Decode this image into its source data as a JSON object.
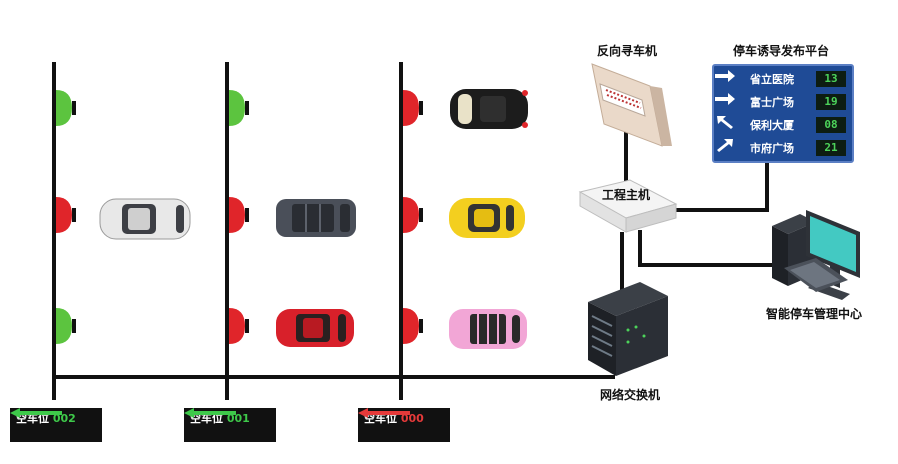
{
  "labels": {
    "reverse_finder": "反向寻车机",
    "guidance_platform": "停车诱导发布平台",
    "engineering_host": "工程主机",
    "management_center": "智能停车管理中心",
    "network_switch": "网络交换机"
  },
  "guidance_sign": {
    "rows": [
      {
        "arrow": "right-arrow-icon",
        "name": "省立医院",
        "count": "13"
      },
      {
        "arrow": "right-arrow-icon",
        "name": "富士广场",
        "count": "19"
      },
      {
        "arrow": "up-left-arrow-icon",
        "name": "保利大厦",
        "count": "08"
      },
      {
        "arrow": "up-right-arrow-icon",
        "name": "市府广场",
        "count": "21"
      }
    ]
  },
  "vacancy_panels": [
    {
      "prefix": "空车位",
      "number": "002",
      "number_color": "#3ec94a",
      "arrow_color": "#3ec94a"
    },
    {
      "prefix": "空车位",
      "number": "001",
      "number_color": "#3ec94a",
      "arrow_color": "#3ec94a"
    },
    {
      "prefix": "空车位",
      "number": "000",
      "number_color": "#e63a3a",
      "arrow_color": "#e63a3a"
    }
  ],
  "indicator_colors": {
    "free": "#5cc43f",
    "occupied": "#e0252a"
  },
  "car_colors": {
    "white": "#e8e8e8",
    "dark_gray": "#4a4f59",
    "red": "#d8202a",
    "black": "#1c1c1c",
    "yellow": "#f3cf1f",
    "pink": "#f2a6d6"
  }
}
